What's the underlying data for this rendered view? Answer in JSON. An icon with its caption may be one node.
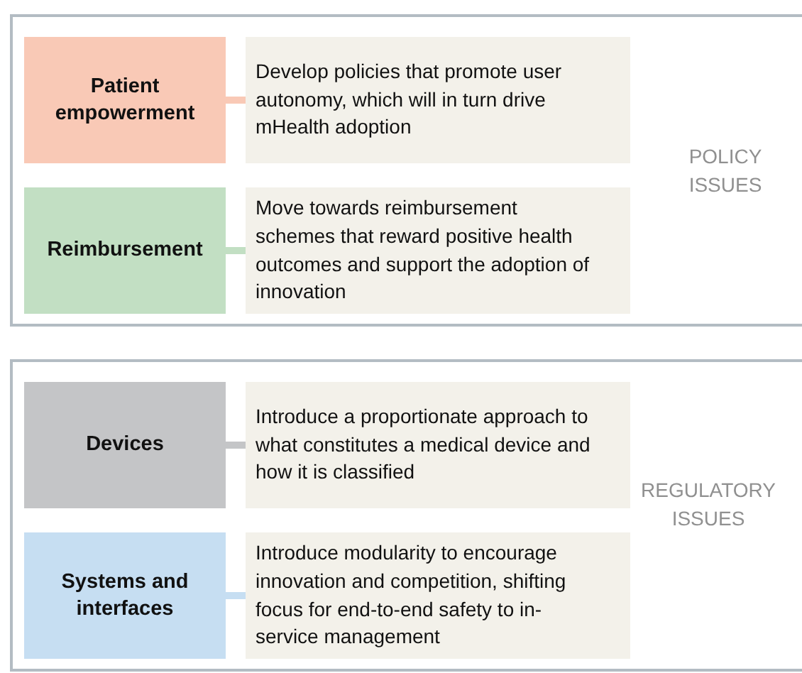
{
  "diagram": {
    "nodes": [
      {
        "text": [
          "POLICY ISSUES"
        ]
      },
      {
        "text": [
          "Patient empowerment"
        ],
        "in": 0
      },
      {
        "text": [
          "Develop policies that promote user autonomy, which will in turn drive mHealth adoption"
        ],
        "in": 0
      },
      {
        "text": [
          "Reimbursement"
        ],
        "in": 0
      },
      {
        "text": [
          "Move towards reimbursement schemes that reward positive health outcomes and support the adoption of innovation"
        ],
        "in": 0
      },
      {
        "text": [
          "REGULATORY ISSUES"
        ]
      },
      {
        "text": [
          "Devices"
        ],
        "in": 5
      },
      {
        "text": [
          "Introduce a proportionate approach to what constitutes a medical device and how it is classified"
        ],
        "in": 5
      },
      {
        "text": [
          "Systems and interfaces"
        ],
        "in": 5
      },
      {
        "text": [
          "Introduce modularity to encourage innovation and competition, shifting focus for end-to-end safety to in-service management"
        ],
        "in": 5
      }
    ],
    "edges": [
      {
        "from": 1,
        "to": 2,
        "arrow": "none",
        "color": "#f9c9b6"
      },
      {
        "from": 3,
        "to": 4,
        "arrow": "none",
        "color": "#c2dfc3"
      },
      {
        "from": 6,
        "to": 7,
        "arrow": "none",
        "color": "#c4c5c7"
      },
      {
        "from": 8,
        "to": 9,
        "arrow": "none",
        "color": "#c6def2"
      }
    ]
  }
}
